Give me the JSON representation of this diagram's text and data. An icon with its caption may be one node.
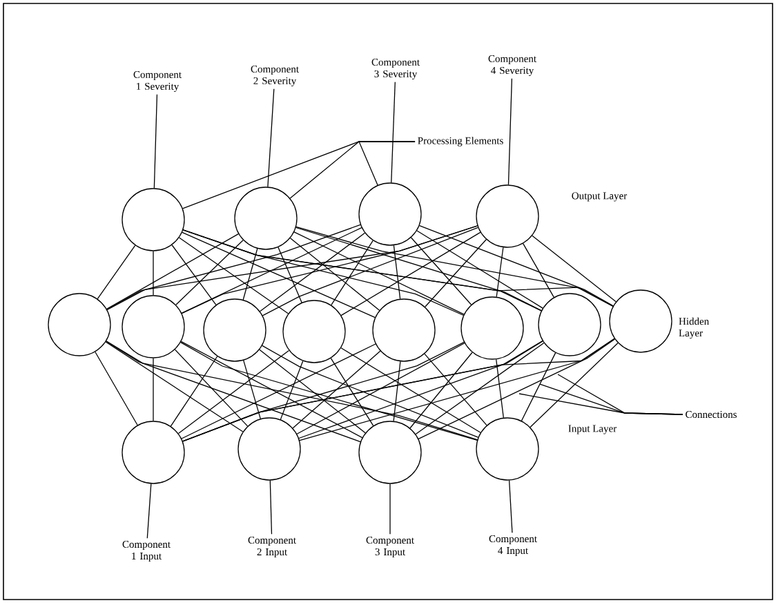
{
  "diagram": {
    "nodes": [
      {
        "text": [],
        "shape": "circle"
      },
      {
        "text": [],
        "shape": "circle"
      },
      {
        "text": [],
        "shape": "circle"
      },
      {
        "text": [],
        "shape": "circle"
      },
      {
        "text": [],
        "shape": "circle"
      },
      {
        "text": [],
        "shape": "circle"
      },
      {
        "text": [],
        "shape": "circle"
      },
      {
        "text": [],
        "shape": "circle"
      },
      {
        "text": [],
        "shape": "circle"
      },
      {
        "text": [],
        "shape": "circle"
      },
      {
        "text": [],
        "shape": "circle"
      },
      {
        "text": [],
        "shape": "circle"
      },
      {
        "text": [],
        "shape": "circle"
      },
      {
        "text": [],
        "shape": "circle"
      },
      {
        "text": [],
        "shape": "circle"
      },
      {
        "text": [],
        "shape": "circle"
      },
      {
        "text": [
          "Component 1 Severity"
        ]
      },
      {
        "text": [
          "Component 2 Severity"
        ]
      },
      {
        "text": [
          "Component 3 Severity"
        ]
      },
      {
        "text": [
          "Component 4 Severity"
        ]
      },
      {
        "text": [
          "Component 1 Input"
        ]
      },
      {
        "text": [
          "Component 2 Input"
        ]
      },
      {
        "text": [
          "Component 3 Input"
        ]
      },
      {
        "text": [
          "Component 4 Input"
        ]
      },
      {
        "text": [
          "Processing Elements"
        ]
      },
      {
        "text": [
          "Connections"
        ]
      }
    ],
    "edges": [
      {
        "from": 0,
        "to": 16,
        "arrow": "none"
      },
      {
        "from": 1,
        "to": 17,
        "arrow": "none"
      },
      {
        "from": 2,
        "to": 18,
        "arrow": "none"
      },
      {
        "from": 3,
        "to": 19,
        "arrow": "none"
      },
      {
        "from": 4,
        "to": 0,
        "arrow": "none"
      },
      {
        "from": 4,
        "to": 1,
        "arrow": "none"
      },
      {
        "from": 4,
        "to": 2,
        "arrow": "none"
      },
      {
        "from": 4,
        "to": 3,
        "arrow": "none"
      },
      {
        "from": 5,
        "to": 0,
        "arrow": "none"
      },
      {
        "from": 5,
        "to": 1,
        "arrow": "none"
      },
      {
        "from": 5,
        "to": 2,
        "arrow": "none"
      },
      {
        "from": 5,
        "to": 3,
        "arrow": "none"
      },
      {
        "from": 6,
        "to": 0,
        "arrow": "none"
      },
      {
        "from": 6,
        "to": 1,
        "arrow": "none"
      },
      {
        "from": 6,
        "to": 2,
        "arrow": "none"
      },
      {
        "from": 6,
        "to": 3,
        "arrow": "none"
      },
      {
        "from": 7,
        "to": 0,
        "arrow": "none"
      },
      {
        "from": 7,
        "to": 1,
        "arrow": "none"
      },
      {
        "from": 7,
        "to": 2,
        "arrow": "none"
      },
      {
        "from": 7,
        "to": 3,
        "arrow": "none"
      },
      {
        "from": 8,
        "to": 0,
        "arrow": "none"
      },
      {
        "from": 8,
        "to": 1,
        "arrow": "none"
      },
      {
        "from": 8,
        "to": 2,
        "arrow": "none"
      },
      {
        "from": 8,
        "to": 3,
        "arrow": "none"
      },
      {
        "from": 9,
        "to": 0,
        "arrow": "none"
      },
      {
        "from": 9,
        "to": 1,
        "arrow": "none"
      },
      {
        "from": 9,
        "to": 2,
        "arrow": "none"
      },
      {
        "from": 9,
        "to": 3,
        "arrow": "none"
      },
      {
        "from": 10,
        "to": 0,
        "arrow": "none"
      },
      {
        "from": 10,
        "to": 1,
        "arrow": "none"
      },
      {
        "from": 10,
        "to": 2,
        "arrow": "none"
      },
      {
        "from": 10,
        "to": 3,
        "arrow": "none"
      },
      {
        "from": 11,
        "to": 0,
        "arrow": "none"
      },
      {
        "from": 11,
        "to": 1,
        "arrow": "none"
      },
      {
        "from": 11,
        "to": 2,
        "arrow": "none"
      },
      {
        "from": 11,
        "to": 3,
        "arrow": "none"
      },
      {
        "from": 12,
        "to": 4,
        "arrow": "none"
      },
      {
        "from": 12,
        "to": 5,
        "arrow": "none"
      },
      {
        "from": 12,
        "to": 6,
        "arrow": "none"
      },
      {
        "from": 12,
        "to": 7,
        "arrow": "none"
      },
      {
        "from": 12,
        "to": 8,
        "arrow": "none"
      },
      {
        "from": 12,
        "to": 9,
        "arrow": "none"
      },
      {
        "from": 12,
        "to": 10,
        "arrow": "none"
      },
      {
        "from": 12,
        "to": 11,
        "arrow": "none"
      },
      {
        "from": 13,
        "to": 4,
        "arrow": "none"
      },
      {
        "from": 13,
        "to": 5,
        "arrow": "none"
      },
      {
        "from": 13,
        "to": 6,
        "arrow": "none"
      },
      {
        "from": 13,
        "to": 7,
        "arrow": "none"
      },
      {
        "from": 13,
        "to": 8,
        "arrow": "none"
      },
      {
        "from": 13,
        "to": 9,
        "arrow": "none"
      },
      {
        "from": 13,
        "to": 10,
        "arrow": "none"
      },
      {
        "from": 13,
        "to": 11,
        "arrow": "none"
      },
      {
        "from": 14,
        "to": 4,
        "arrow": "none"
      },
      {
        "from": 14,
        "to": 5,
        "arrow": "none"
      },
      {
        "from": 14,
        "to": 6,
        "arrow": "none"
      },
      {
        "from": 14,
        "to": 7,
        "arrow": "none"
      },
      {
        "from": 14,
        "to": 8,
        "arrow": "none"
      },
      {
        "from": 14,
        "to": 9,
        "arrow": "none"
      },
      {
        "from": 14,
        "to": 10,
        "arrow": "none"
      },
      {
        "from": 14,
        "to": 11,
        "arrow": "none"
      },
      {
        "from": 15,
        "to": 4,
        "arrow": "none"
      },
      {
        "from": 15,
        "to": 5,
        "arrow": "none"
      },
      {
        "from": 15,
        "to": 6,
        "arrow": "none"
      },
      {
        "from": 15,
        "to": 7,
        "arrow": "none"
      },
      {
        "from": 15,
        "to": 8,
        "arrow": "none"
      },
      {
        "from": 15,
        "to": 9,
        "arrow": "none"
      },
      {
        "from": 15,
        "to": 10,
        "arrow": "none"
      },
      {
        "from": 15,
        "to": 11,
        "arrow": "none"
      },
      {
        "from": 20,
        "to": 12,
        "arrow": "none"
      },
      {
        "from": 21,
        "to": 13,
        "arrow": "none"
      },
      {
        "from": 22,
        "to": 14,
        "arrow": "none"
      },
      {
        "from": 23,
        "to": 15,
        "arrow": "none"
      },
      {
        "from": 24,
        "to": 0,
        "arrow": "none"
      },
      {
        "from": 24,
        "to": 1,
        "arrow": "none"
      },
      {
        "from": 24,
        "to": 2,
        "arrow": "none"
      },
      {
        "from": 25,
        "to": null,
        "arrow": "none"
      },
      {
        "from": 25,
        "to": null,
        "arrow": "none"
      },
      {
        "from": 25,
        "to": null,
        "arrow": "none"
      }
    ],
    "labels": [
      "Output Layer",
      "Hidden Layer",
      "Input Layer"
    ]
  }
}
